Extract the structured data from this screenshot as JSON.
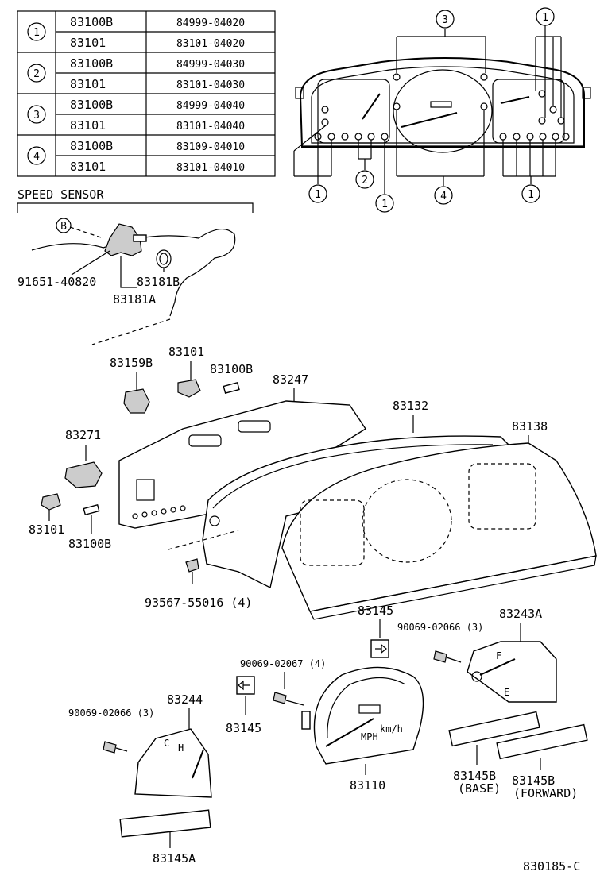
{
  "table": {
    "rows": [
      {
        "num": "1",
        "a_part": "83100B",
        "a_code": "84999-04020",
        "b_part": "83101",
        "b_code": "83101-04020"
      },
      {
        "num": "2",
        "a_part": "83100B",
        "a_code": "84999-04030",
        "b_part": "83101",
        "b_code": "83101-04030"
      },
      {
        "num": "3",
        "a_part": "83100B",
        "a_code": "84999-04040",
        "b_part": "83101",
        "b_code": "83101-04040"
      },
      {
        "num": "4",
        "a_part": "83100B",
        "a_code": "83109-04010",
        "b_part": "83101",
        "b_code": "83101-04010"
      }
    ]
  },
  "cluster_callouts": {
    "top_3": "3",
    "top_1": "1",
    "bottom_1_left": "1",
    "bottom_2": "2",
    "bottom_1_mid": "1",
    "bottom_4": "4",
    "bottom_1_right": "1"
  },
  "speed_sensor": {
    "title": "SPEED SENSOR",
    "ref_b": "B",
    "bolt": "91651-40820",
    "oring": "83181B",
    "sensor": "83181A"
  },
  "labels": {
    "p83159B": "83159B",
    "p83101_top": "83101",
    "p83100B_top": "83100B",
    "p83247": "83247",
    "p83132": "83132",
    "p83138": "83138",
    "p83271": "83271",
    "p83101_left": "83101",
    "p83100B_left": "83100B",
    "screw_93567": "93567-55016 (4)",
    "p83145_top": "83145",
    "screw_90069_a": "90069-02066 (3)",
    "p83243A": "83243A",
    "screw_90069_b": "90069-02067 (4)",
    "screw_90069_c": "90069-02066 (3)",
    "p83244": "83244",
    "p83145_left": "83145",
    "p83110": "83110",
    "p83145B_base": "83145B",
    "base": "(BASE)",
    "p83145B_fwd": "83145B",
    "forward": "(FORWARD)",
    "p83145A": "83145A",
    "figure_code": "830185-C"
  },
  "gauge_text": {
    "mph": "MPH",
    "kmh": "km/h",
    "fuel_f": "F",
    "fuel_e": "E",
    "temp_h": "H",
    "temp_c": "C"
  }
}
